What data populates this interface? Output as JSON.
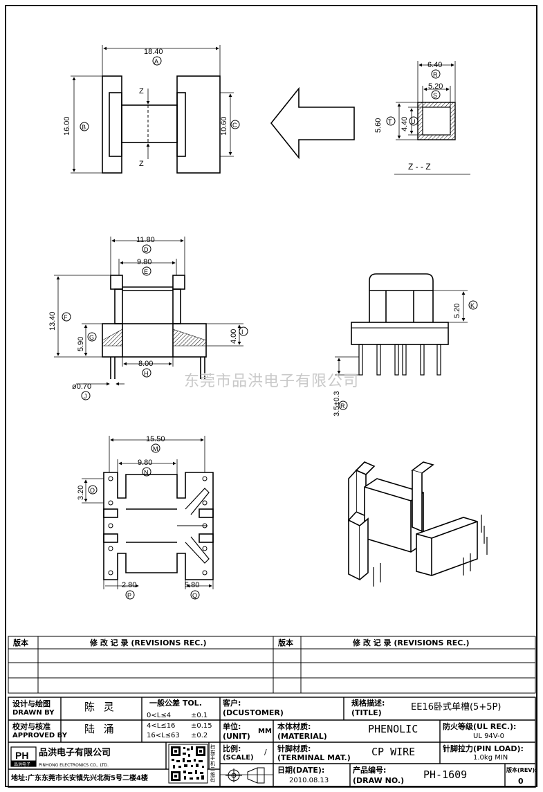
{
  "dimensions": {
    "front": {
      "A": "18.40",
      "B": "16.00",
      "C": "10.60",
      "z": "Z"
    },
    "section": {
      "R_val": "6.40",
      "S_val": "5.20",
      "T_val": "5.60",
      "U_val": "4.40",
      "label": "Z - - Z"
    },
    "side": {
      "D": "11.80",
      "E": "9.80",
      "F": "13.40",
      "G": "5.90",
      "H": "8.00",
      "I": "4.00",
      "J": "ø0.70"
    },
    "right": {
      "K": "5.20",
      "R": "3.5±0.3"
    },
    "bottom": {
      "M": "15.50",
      "N": "9.80",
      "O": "3.20",
      "P": "2.80",
      "Q": "5.80"
    },
    "circled": {
      "A": "A",
      "B": "B",
      "C": "C",
      "D": "D",
      "E": "E",
      "F": "F",
      "G": "G",
      "H": "H",
      "I": "I",
      "J": "J",
      "K": "K",
      "M": "M",
      "N": "N",
      "O": "O",
      "P": "P",
      "Q": "Q",
      "R": "R",
      "S": "S",
      "T": "T",
      "U": "U",
      "R2": "R"
    }
  },
  "watermark": "东莞市品洪电子有限公司",
  "revisions": {
    "col_version": "版本",
    "col_record": "修 改 记 录 (REVISIONS REC.)",
    "col_version2": "版本",
    "col_record2": "修 改 记 录 (REVISIONS REC.)"
  },
  "title_block": {
    "designer_label_cn": "设计与绘图",
    "designer_label_en": "DRAWN BY",
    "designer_name": "陈 灵",
    "checker_label_cn": "校对与核准",
    "checker_label_en": "APPROVED BY",
    "checker_name": "陆 涌",
    "tol_title": "一般公差 TOL.",
    "tol_rows": [
      {
        "range": "0<L≤4",
        "val": "±0.1"
      },
      {
        "range": "4<L≤16",
        "val": "±0.15"
      },
      {
        "range": "16<L≤63",
        "val": "±0.2"
      }
    ],
    "customer_cn": "客户:",
    "customer_en": "(DCUSTOMER)",
    "title_cn": "规格描述:",
    "title_en": "(TITLE)",
    "title_value": "EE16卧式单槽(5+5P)",
    "unit_cn": "单位:",
    "unit_en": "(UNIT)",
    "unit_value": "MM",
    "material_cn": "本体材质:",
    "material_en": "(MATERIAL)",
    "material_value": "PHENOLIC",
    "flame_cn": "防火等级(UL REC.):",
    "flame_value": "UL 94V-0",
    "scale_cn": "比例:",
    "scale_en": "(SCALE)",
    "scale_value": "/",
    "terminal_cn": "针脚材质:",
    "terminal_en": "(TERMINAL MAT.)",
    "terminal_value": "CP WIRE",
    "pinload_cn": "针脚拉力(PIN LOAD):",
    "pinload_value": "1.0kg MIN",
    "date_cn": "日期(DATE):",
    "date_value": "2010.08.13",
    "drawno_cn": "产品编号:",
    "drawno_en": "(DRAW NO.)",
    "drawno_value": "PH-1609",
    "rev_label": "版本(REV):",
    "rev_value": "0",
    "company_cn": "品洪电子有限公司",
    "company_en": "PINHONG ELECTRONICS CO., LTD.",
    "logo_text": "PH",
    "logo_sub": "品洪电子",
    "address": "地址:广东东莞市长安镇先兴北街5号二楼4楼",
    "qr_caption": "扫描手机二维码"
  }
}
